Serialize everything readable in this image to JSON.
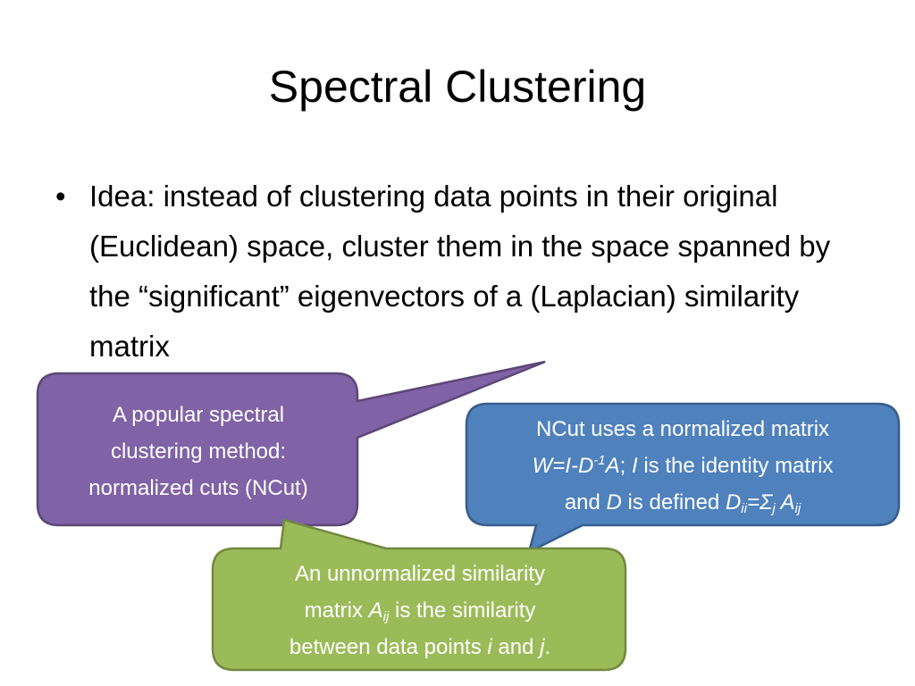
{
  "slide": {
    "title": "Spectral Clustering",
    "bullet": {
      "marker": "•",
      "text": "Idea: instead of clustering data points in their original (Euclidean) space, cluster them in the space spanned by the “significant” eigenvectors of a (Laplacian) similarity matrix"
    }
  },
  "callouts": {
    "ncut_method": {
      "color": "#8062a6",
      "lines": [
        "A popular spectral",
        "clustering method:",
        "normalized cuts (NCut)"
      ]
    },
    "ncut_matrix": {
      "color": "#4f81bd",
      "line1": "NCut uses a normalized matrix",
      "w": "W",
      "eq1": "=",
      "i1": "I",
      "minus": "-",
      "d1": "D",
      "sup": "-1",
      "a1": "A",
      "semi": "; ",
      "i2": "I",
      "identity": " is the identity matrix",
      "and": "and ",
      "d2": "D",
      "defined": " is defined ",
      "d3": "D",
      "sub_ii": "ii",
      "eq_sigma": "=Σ",
      "sub_j": "j",
      "a2": " A",
      "sub_ij": "ij"
    },
    "unnormalized": {
      "color": "#9bbb59",
      "line1": "An unnormalized similarity",
      "matrix": "matrix ",
      "a": "A",
      "sub_ij": "ij",
      "is_the": " is the similarity",
      "between": "between data points ",
      "i": "i",
      "and": " and ",
      "j": "j",
      "period": "."
    }
  }
}
